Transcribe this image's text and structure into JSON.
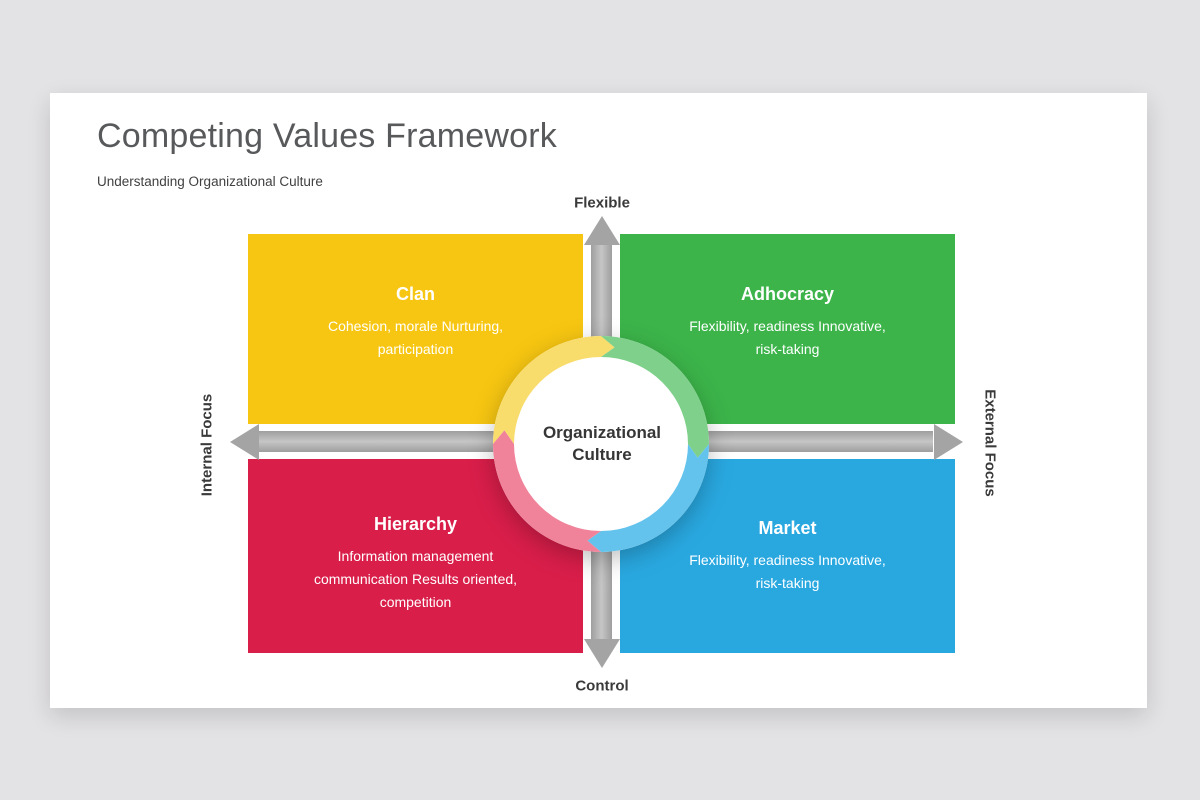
{
  "slide": {
    "title": "Competing Values Framework",
    "subtitle": "Understanding Organizational Culture"
  },
  "axes": {
    "top_label": "Flexible",
    "bottom_label": "Control",
    "left_label": "Internal Focus",
    "right_label": "External Focus",
    "arrow_color": "#a4a4a4"
  },
  "center": {
    "label": "Organizational\nCulture"
  },
  "quadrants": [
    {
      "id": "clan",
      "title": "Clan",
      "description": "Cohesion, morale Nurturing,\nparticipation",
      "color": "#f7c612",
      "ring_color": "#f8dc6c"
    },
    {
      "id": "adhocracy",
      "title": "Adhocracy",
      "description": "Flexibility, readiness Innovative,\nrisk-taking",
      "color": "#3cb44a",
      "ring_color": "#7ed08a"
    },
    {
      "id": "hierarchy",
      "title": "Hierarchy",
      "description": "Information management\ncommunication Results oriented,\ncompetition",
      "color": "#d91e4a",
      "ring_color": "#f0839a"
    },
    {
      "id": "market",
      "title": "Market",
      "description": "Flexibility, readiness Innovative,\nrisk-taking",
      "color": "#29a8e0",
      "ring_color": "#63c3ec"
    }
  ],
  "palette": {
    "page_background": "#e3e2e4",
    "card_background": "#ffffff",
    "title_text": "#58595b",
    "subtitle_text": "#414042",
    "axis_text": "#3a3a3a",
    "quadrant_text": "#ffffff",
    "center_text": "#363636",
    "center_disc": "#ffffff"
  }
}
